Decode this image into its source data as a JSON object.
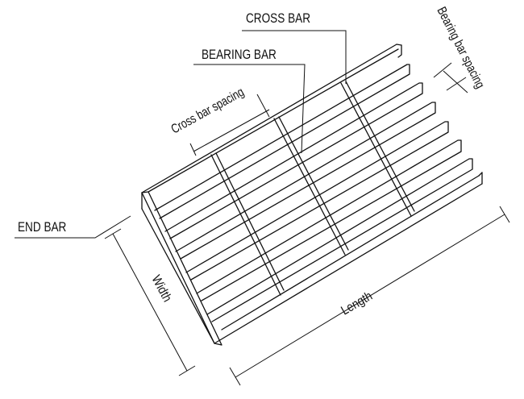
{
  "labels": {
    "cross_bar": "CROSS BAR",
    "bearing_bar": "BEARING BAR",
    "end_bar": "END BAR",
    "cross_bar_spacing": "Cross bar spacing",
    "bearing_bar_spacing": "Bearing bar spacing",
    "width": "Width",
    "length": "Length"
  },
  "colors": {
    "line": "#111111",
    "background": "#ffffff"
  }
}
